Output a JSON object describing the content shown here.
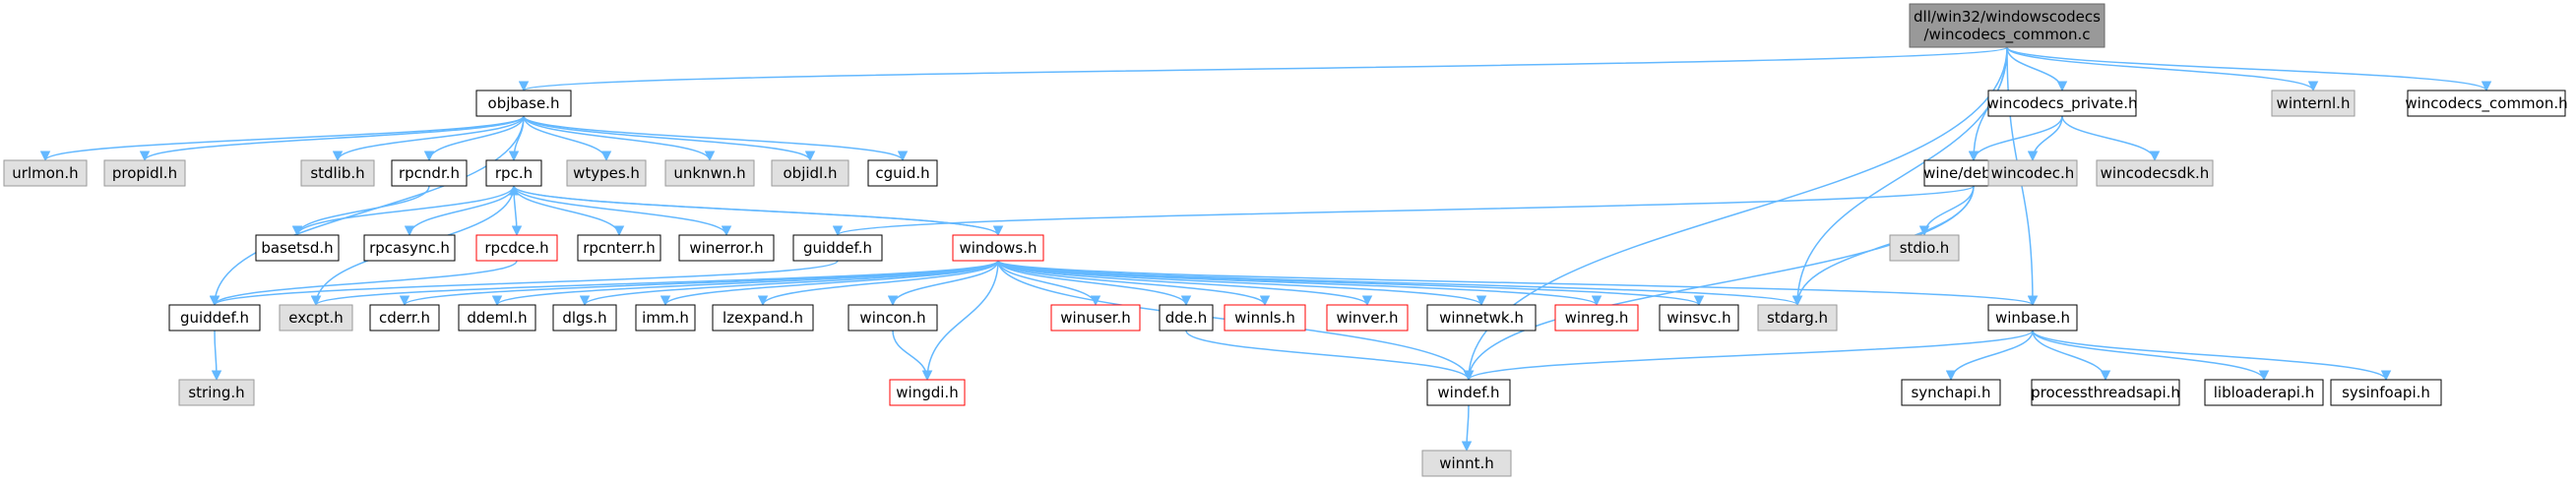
{
  "palette": {
    "edge": "#63b8ff",
    "node_plain_fill": "#ffffff",
    "node_plain_border": "#000000",
    "node_system_fill": "#e0e0e0",
    "node_system_border": "#999999",
    "node_missing_border": "#ff0000",
    "node_root_fill": "#999999",
    "text": "#000000"
  },
  "nodes": [
    {
      "id": "root",
      "lines": [
        "dll/win32/windowscodecs",
        "/wincodecs_common.c"
      ],
      "kind": "root"
    },
    {
      "id": "objbase",
      "lines": [
        "objbase.h"
      ],
      "kind": "plain"
    },
    {
      "id": "wincodecs_private",
      "lines": [
        "wincodecs_private.h"
      ],
      "kind": "plain"
    },
    {
      "id": "winternl",
      "lines": [
        "winternl.h"
      ],
      "kind": "system"
    },
    {
      "id": "wincodecs_common_h",
      "lines": [
        "wincodecs_common.h"
      ],
      "kind": "plain"
    },
    {
      "id": "urlmon",
      "lines": [
        "urlmon.h"
      ],
      "kind": "system"
    },
    {
      "id": "propidl",
      "lines": [
        "propidl.h"
      ],
      "kind": "system"
    },
    {
      "id": "stdlib",
      "lines": [
        "stdlib.h"
      ],
      "kind": "system"
    },
    {
      "id": "rpcndr",
      "lines": [
        "rpcndr.h"
      ],
      "kind": "plain"
    },
    {
      "id": "rpc",
      "lines": [
        "rpc.h"
      ],
      "kind": "plain"
    },
    {
      "id": "wtypes",
      "lines": [
        "wtypes.h"
      ],
      "kind": "system"
    },
    {
      "id": "unknwn",
      "lines": [
        "unknwn.h"
      ],
      "kind": "system"
    },
    {
      "id": "objidl",
      "lines": [
        "objidl.h"
      ],
      "kind": "system"
    },
    {
      "id": "cguid",
      "lines": [
        "cguid.h"
      ],
      "kind": "plain"
    },
    {
      "id": "wine_debug",
      "lines": [
        "wine/debug.h"
      ],
      "kind": "plain"
    },
    {
      "id": "wincodec",
      "lines": [
        "wincodec.h"
      ],
      "kind": "system"
    },
    {
      "id": "wincodecsdk",
      "lines": [
        "wincodecsdk.h"
      ],
      "kind": "system"
    },
    {
      "id": "basetsd",
      "lines": [
        "basetsd.h"
      ],
      "kind": "plain"
    },
    {
      "id": "rpcasync",
      "lines": [
        "rpcasync.h"
      ],
      "kind": "plain"
    },
    {
      "id": "rpcdce",
      "lines": [
        "rpcdce.h"
      ],
      "kind": "missing"
    },
    {
      "id": "rpcnterr",
      "lines": [
        "rpcnterr.h"
      ],
      "kind": "plain"
    },
    {
      "id": "winerror",
      "lines": [
        "winerror.h"
      ],
      "kind": "plain"
    },
    {
      "id": "guiddef_wine",
      "lines": [
        "guiddef.h"
      ],
      "kind": "plain"
    },
    {
      "id": "windows",
      "lines": [
        "windows.h"
      ],
      "kind": "missing"
    },
    {
      "id": "stdio",
      "lines": [
        "stdio.h"
      ],
      "kind": "system"
    },
    {
      "id": "guiddef",
      "lines": [
        "guiddef.h"
      ],
      "kind": "plain"
    },
    {
      "id": "excpt",
      "lines": [
        "excpt.h"
      ],
      "kind": "system"
    },
    {
      "id": "cderr",
      "lines": [
        "cderr.h"
      ],
      "kind": "plain"
    },
    {
      "id": "ddeml",
      "lines": [
        "ddeml.h"
      ],
      "kind": "plain"
    },
    {
      "id": "dlgs",
      "lines": [
        "dlgs.h"
      ],
      "kind": "plain"
    },
    {
      "id": "imm",
      "lines": [
        "imm.h"
      ],
      "kind": "plain"
    },
    {
      "id": "lzexpand",
      "lines": [
        "lzexpand.h"
      ],
      "kind": "plain"
    },
    {
      "id": "wincon",
      "lines": [
        "wincon.h"
      ],
      "kind": "plain"
    },
    {
      "id": "winuser",
      "lines": [
        "winuser.h"
      ],
      "kind": "missing"
    },
    {
      "id": "dde",
      "lines": [
        "dde.h"
      ],
      "kind": "plain"
    },
    {
      "id": "winnls",
      "lines": [
        "winnls.h"
      ],
      "kind": "missing"
    },
    {
      "id": "winver",
      "lines": [
        "winver.h"
      ],
      "kind": "missing"
    },
    {
      "id": "winnetwk",
      "lines": [
        "winnetwk.h"
      ],
      "kind": "plain"
    },
    {
      "id": "winreg",
      "lines": [
        "winreg.h"
      ],
      "kind": "missing"
    },
    {
      "id": "winsvc",
      "lines": [
        "winsvc.h"
      ],
      "kind": "plain"
    },
    {
      "id": "stdarg",
      "lines": [
        "stdarg.h"
      ],
      "kind": "system"
    },
    {
      "id": "winbase",
      "lines": [
        "winbase.h"
      ],
      "kind": "plain"
    },
    {
      "id": "string",
      "lines": [
        "string.h"
      ],
      "kind": "system"
    },
    {
      "id": "wingdi",
      "lines": [
        "wingdi.h"
      ],
      "kind": "missing"
    },
    {
      "id": "windef",
      "lines": [
        "windef.h"
      ],
      "kind": "plain"
    },
    {
      "id": "synchapi",
      "lines": [
        "synchapi.h"
      ],
      "kind": "plain"
    },
    {
      "id": "processthreadsapi",
      "lines": [
        "processthreadsapi.h"
      ],
      "kind": "plain"
    },
    {
      "id": "libloaderapi",
      "lines": [
        "libloaderapi.h"
      ],
      "kind": "plain"
    },
    {
      "id": "sysinfoapi",
      "lines": [
        "sysinfoapi.h"
      ],
      "kind": "plain"
    },
    {
      "id": "winnt",
      "lines": [
        "winnt.h"
      ],
      "kind": "system"
    }
  ],
  "edges": [
    [
      "root",
      "objbase"
    ],
    [
      "root",
      "wincodecs_private"
    ],
    [
      "root",
      "winternl"
    ],
    [
      "root",
      "wincodecs_common_h"
    ],
    [
      "root",
      "wine_debug"
    ],
    [
      "root",
      "stdarg"
    ],
    [
      "root",
      "windef"
    ],
    [
      "root",
      "winbase"
    ],
    [
      "objbase",
      "urlmon"
    ],
    [
      "objbase",
      "propidl"
    ],
    [
      "objbase",
      "stdlib"
    ],
    [
      "objbase",
      "rpcndr"
    ],
    [
      "objbase",
      "rpc"
    ],
    [
      "objbase",
      "wtypes"
    ],
    [
      "objbase",
      "unknwn"
    ],
    [
      "objbase",
      "objidl"
    ],
    [
      "objbase",
      "cguid"
    ],
    [
      "objbase",
      "guiddef"
    ],
    [
      "rpcndr",
      "basetsd"
    ],
    [
      "rpc",
      "basetsd"
    ],
    [
      "rpc",
      "rpcasync"
    ],
    [
      "rpc",
      "rpcdce"
    ],
    [
      "rpc",
      "rpcnterr"
    ],
    [
      "rpc",
      "winerror"
    ],
    [
      "rpc",
      "windows"
    ],
    [
      "rpc",
      "excpt"
    ],
    [
      "rpcdce",
      "guiddef"
    ],
    [
      "wincodecs_private",
      "wine_debug"
    ],
    [
      "wincodecs_private",
      "wincodec"
    ],
    [
      "wincodecs_private",
      "wincodecsdk"
    ],
    [
      "wine_debug",
      "guiddef_wine"
    ],
    [
      "wine_debug",
      "stdio"
    ],
    [
      "wine_debug",
      "stdarg"
    ],
    [
      "wine_debug",
      "windef"
    ],
    [
      "guiddef_wine",
      "guiddef"
    ],
    [
      "windows",
      "rpc"
    ],
    [
      "windows",
      "excpt"
    ],
    [
      "windows",
      "cderr"
    ],
    [
      "windows",
      "ddeml"
    ],
    [
      "windows",
      "dlgs"
    ],
    [
      "windows",
      "imm"
    ],
    [
      "windows",
      "lzexpand"
    ],
    [
      "windows",
      "wincon"
    ],
    [
      "windows",
      "winuser"
    ],
    [
      "windows",
      "dde"
    ],
    [
      "windows",
      "winnls"
    ],
    [
      "windows",
      "winver"
    ],
    [
      "windows",
      "winnetwk"
    ],
    [
      "windows",
      "winreg"
    ],
    [
      "windows",
      "winsvc"
    ],
    [
      "windows",
      "stdarg"
    ],
    [
      "windows",
      "winbase"
    ],
    [
      "windows",
      "wingdi"
    ],
    [
      "windows",
      "windef"
    ],
    [
      "wincon",
      "wingdi"
    ],
    [
      "dde",
      "windef"
    ],
    [
      "guiddef",
      "string"
    ],
    [
      "windef",
      "winnt"
    ],
    [
      "winbase",
      "windef"
    ],
    [
      "winbase",
      "synchapi"
    ],
    [
      "winbase",
      "processthreadsapi"
    ],
    [
      "winbase",
      "libloaderapi"
    ],
    [
      "winbase",
      "sysinfoapi"
    ]
  ]
}
